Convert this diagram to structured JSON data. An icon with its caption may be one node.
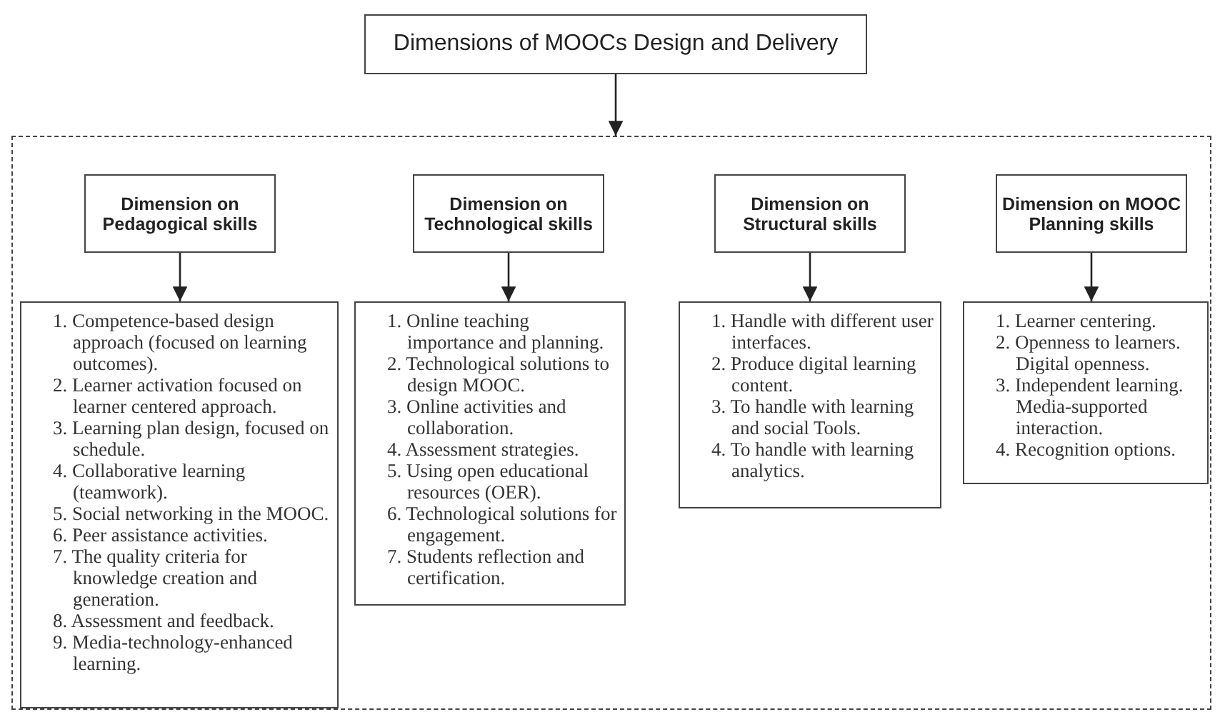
{
  "diagram": {
    "nodes": [
      {
        "text": [
          "Dimensions of MOOCs Design and Delivery"
        ]
      },
      {
        "text": [],
        "shape": "box"
      },
      {
        "text": [
          "Dimension on Pedagogical skills"
        ],
        "in": 1
      },
      {
        "text": [
          "1. Competence-based design approach (focused on learning outcomes).",
          "2. Learner activation focused on learner centered approach.",
          "3. Learning plan design, focused on schedule.",
          "4. Collaborative learning (teamwork).",
          "5. Social networking in the MOOC.",
          "6. Peer assistance activities.",
          "7. The quality criteria for knowledge creation and generation.",
          "8. Assessment and feedback.",
          "9. Media-technology-enhanced learning."
        ],
        "in": 1
      },
      {
        "text": [
          "Dimension on Technological skills"
        ],
        "in": 1
      },
      {
        "text": [
          "1. Online teaching importance and planning.",
          "2. Technological solutions to design MOOC.",
          "3. Online activities and collaboration.",
          "4. Assessment strategies.",
          "5. Using open educational resources (OER).",
          "6. Technological solutions for engagement.",
          "7. Students reflection and certification."
        ],
        "in": 1
      },
      {
        "text": [
          "Dimension on Structural skills"
        ],
        "in": 1
      },
      {
        "text": [
          "1. Handle with different user interfaces.",
          "2. Produce digital learning content.",
          "3. To handle with learning and social Tools.",
          "4. To handle with learning analytics."
        ],
        "in": 1
      },
      {
        "text": [
          "Dimension on MOOC Planning skills"
        ],
        "in": 1
      },
      {
        "text": [
          "1. Learner centering.",
          "2. Openness to learners. Digital openness.",
          "3. Independent learning. Media-supported interaction.",
          "4. Recognition options."
        ],
        "in": 1
      }
    ],
    "edges": [
      {
        "from": 0,
        "to": 1,
        "arrow": "to"
      },
      {
        "from": 2,
        "to": 3,
        "arrow": "to"
      },
      {
        "from": 4,
        "to": 5,
        "arrow": "to"
      },
      {
        "from": 6,
        "to": 7,
        "arrow": "to"
      },
      {
        "from": 8,
        "to": 9,
        "arrow": "to"
      }
    ]
  }
}
